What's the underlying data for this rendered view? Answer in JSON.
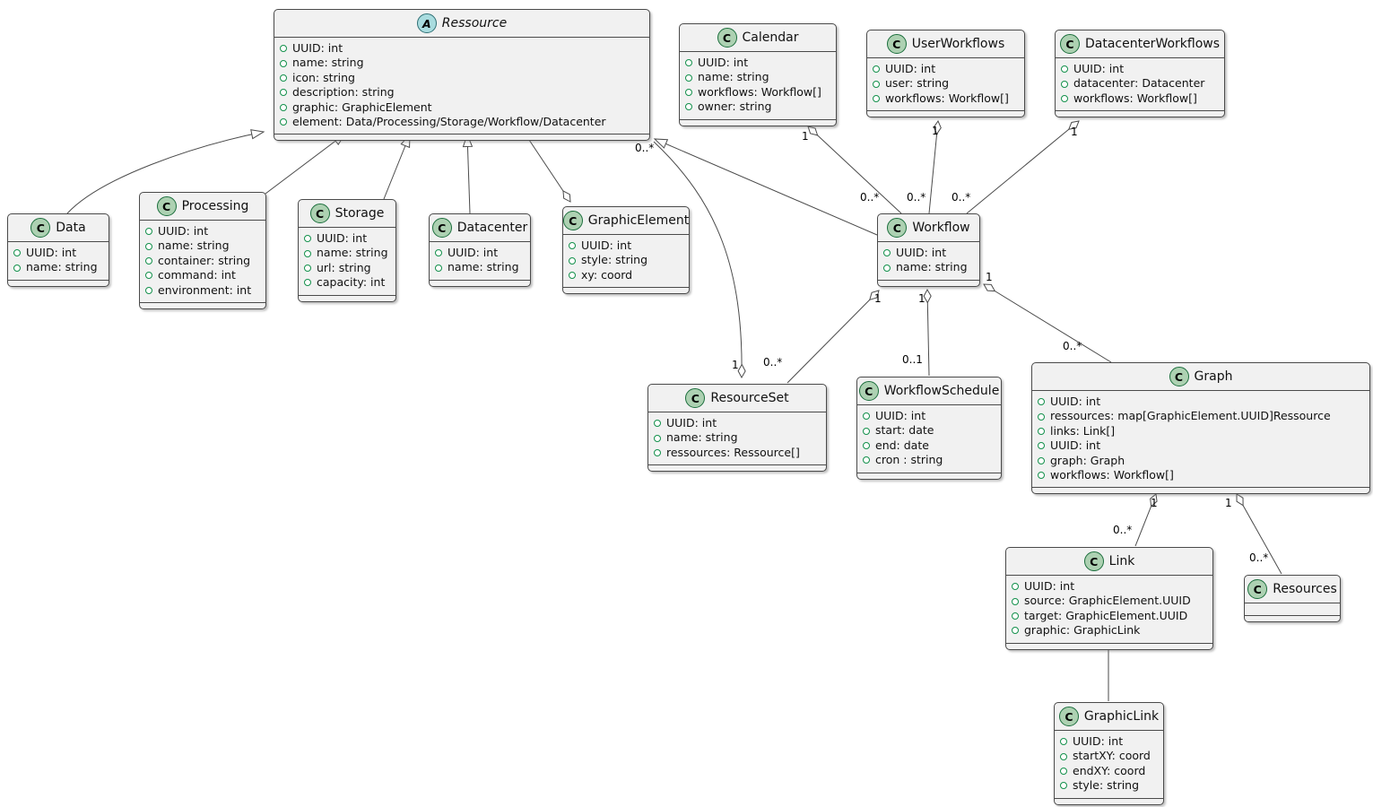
{
  "colors": {
    "class_icon_bg": "#ADD1B2",
    "abstract_icon_bg": "#A9DCDF",
    "box_fill": "#F1F1F1",
    "box_border": "#4A4A4A",
    "attr_dot_green": "#13904B",
    "edge_line": "#4A4A4A"
  },
  "classes": {
    "ressource": {
      "letter": "A",
      "name": "Ressource",
      "attributes": [
        "UUID: int",
        "name: string",
        "icon: string",
        "description: string",
        "graphic: GraphicElement",
        "element: Data/Processing/Storage/Workflow/Datacenter"
      ]
    },
    "calendar": {
      "letter": "C",
      "name": "Calendar",
      "attributes": [
        "UUID: int",
        "name: string",
        "workflows: Workflow[]",
        "owner: string"
      ]
    },
    "userworkflows": {
      "letter": "C",
      "name": "UserWorkflows",
      "attributes": [
        "UUID: int",
        "user: string",
        "workflows: Workflow[]"
      ]
    },
    "datacenterworkflows": {
      "letter": "C",
      "name": "DatacenterWorkflows",
      "attributes": [
        "UUID: int",
        "datacenter: Datacenter",
        "workflows: Workflow[]"
      ]
    },
    "data": {
      "letter": "C",
      "name": "Data",
      "attributes": [
        "UUID: int",
        "name: string"
      ]
    },
    "processing": {
      "letter": "C",
      "name": "Processing",
      "attributes": [
        "UUID: int",
        "name: string",
        "container: string",
        "command: int",
        "environment: int"
      ]
    },
    "storage": {
      "letter": "C",
      "name": "Storage",
      "attributes": [
        "UUID: int",
        "name: string",
        "url: string",
        "capacity: int"
      ]
    },
    "datacenter": {
      "letter": "C",
      "name": "Datacenter",
      "attributes": [
        "UUID: int",
        "name: string"
      ]
    },
    "graphicelement": {
      "letter": "C",
      "name": "GraphicElement",
      "attributes": [
        "UUID: int",
        "style: string",
        "xy: coord"
      ]
    },
    "workflow": {
      "letter": "C",
      "name": "Workflow",
      "attributes": [
        "UUID: int",
        "name: string"
      ]
    },
    "resourceset": {
      "letter": "C",
      "name": "ResourceSet",
      "attributes": [
        "UUID: int",
        "name: string",
        "ressources: Ressource[]"
      ]
    },
    "workflowschedule": {
      "letter": "C",
      "name": "WorkflowSchedule",
      "attributes": [
        "UUID: int",
        "start: date",
        "end: date",
        "cron : string"
      ]
    },
    "graph": {
      "letter": "C",
      "name": "Graph",
      "attributes": [
        "UUID: int",
        "ressources: map[GraphicElement.UUID]Ressource",
        "links: Link[]",
        "UUID: int",
        "graph: Graph",
        "workflows: Workflow[]"
      ]
    },
    "link": {
      "letter": "C",
      "name": "Link",
      "attributes": [
        "UUID: int",
        "source: GraphicElement.UUID",
        "target: GraphicElement.UUID",
        "graphic: GraphicLink"
      ]
    },
    "resources": {
      "letter": "C",
      "name": "Resources",
      "attributes": []
    },
    "graphiclink": {
      "letter": "C",
      "name": "GraphicLink",
      "attributes": [
        "UUID: int",
        "startXY: coord",
        "endXY: coord",
        "style: string"
      ]
    }
  },
  "edges": {
    "ressource_resourceset": {
      "one": "1",
      "many": "0..*"
    },
    "calendar_workflow": {
      "one": "1",
      "many": "0..*"
    },
    "userworkflows_workflow": {
      "one": "1",
      "many": "0..*"
    },
    "datacenterworkflows_workflow": {
      "one": "1",
      "many": "0..*"
    },
    "workflow_resourceset": {
      "one": "1",
      "many": "0..*"
    },
    "workflow_workflowschedule": {
      "one": "1",
      "many": "0..1"
    },
    "workflow_graph": {
      "one": "1",
      "many": "0..*"
    },
    "graph_link": {
      "one": "1",
      "many": "0..*"
    },
    "graph_resources": {
      "one": "1",
      "many": "0..*"
    }
  }
}
